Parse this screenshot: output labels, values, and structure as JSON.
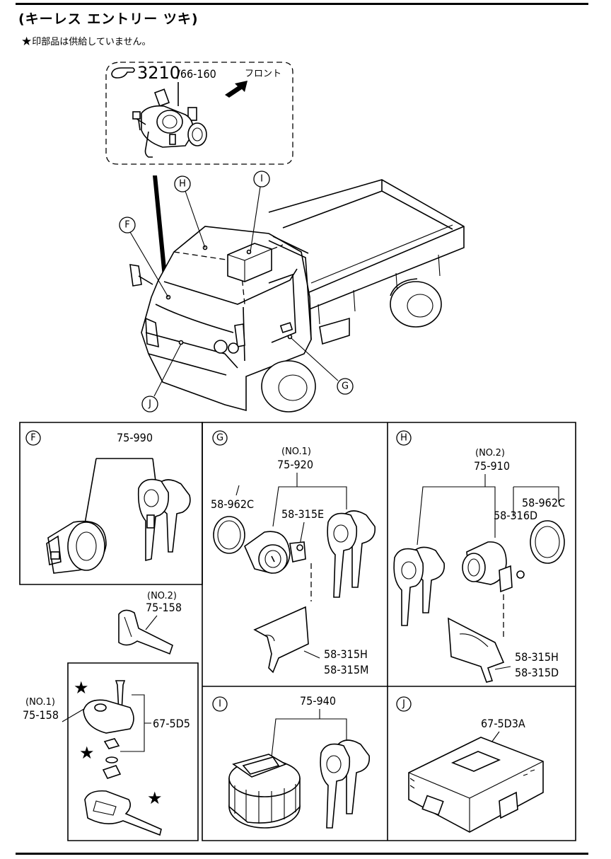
{
  "header": {
    "title": "(キーレス エントリー ツキ)",
    "note_star": "★",
    "note_text": "印部品は供給していません。"
  },
  "top_inset": {
    "ref_code": "3210",
    "ref_sub": "/66-160",
    "front_label": "フロント"
  },
  "callouts": {
    "F": "F",
    "G": "G",
    "H": "H",
    "I": "I",
    "J": "J"
  },
  "panel_F": {
    "letter": "F",
    "part_set": "75-990",
    "spare_key_no": "(NO.2)",
    "spare_key_part": "75-158",
    "remote_key_no": "(NO.1)",
    "remote_key_part": "75-158",
    "remote_screw_part": "67-5D5"
  },
  "panel_G": {
    "letter": "G",
    "set_no": "(NO.1)",
    "set_part": "75-920",
    "ring_part": "58-962C",
    "lever_part": "58-315E",
    "rod_part_1": "58-315H",
    "rod_part_2": "58-315M"
  },
  "panel_H": {
    "letter": "H",
    "set_no": "(NO.2)",
    "set_part": "75-910",
    "ring_part": "58-962C",
    "lever_part": "58-316D",
    "rod_part_1": "58-315H",
    "rod_part_2": "58-315D"
  },
  "panel_I": {
    "letter": "I",
    "set_part": "75-940"
  },
  "panel_J": {
    "letter": "J",
    "unit_part": "67-5D3A"
  },
  "colors": {
    "ink": "#000000",
    "paper": "#ffffff"
  }
}
